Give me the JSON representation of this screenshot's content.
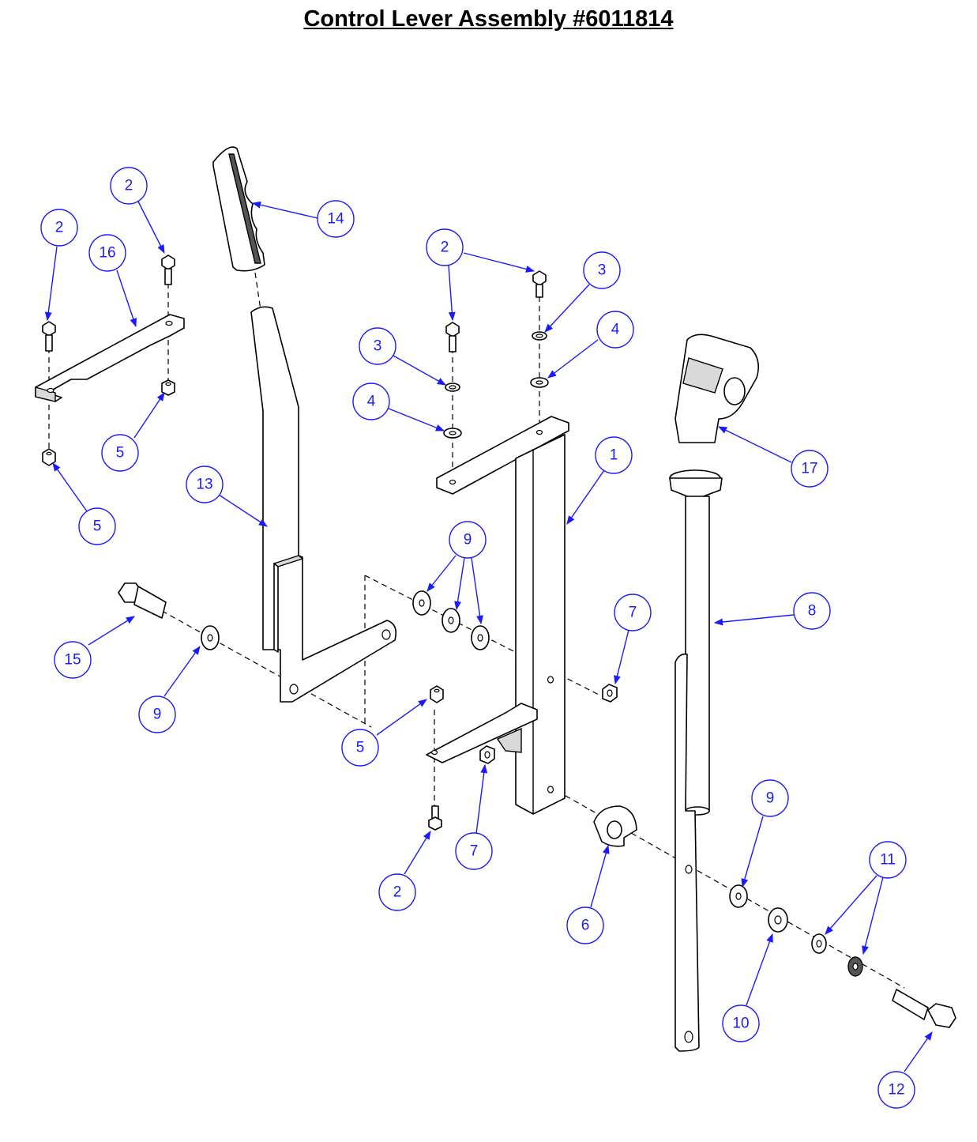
{
  "title": "Control Lever Assembly #6011814",
  "callouts": [
    "2",
    "2",
    "16",
    "14",
    "2",
    "3",
    "3",
    "4",
    "4",
    "5",
    "5",
    "13",
    "1",
    "17",
    "9",
    "7",
    "8",
    "15",
    "9",
    "5",
    "7",
    "2",
    "6",
    "9",
    "11",
    "10",
    "12"
  ]
}
